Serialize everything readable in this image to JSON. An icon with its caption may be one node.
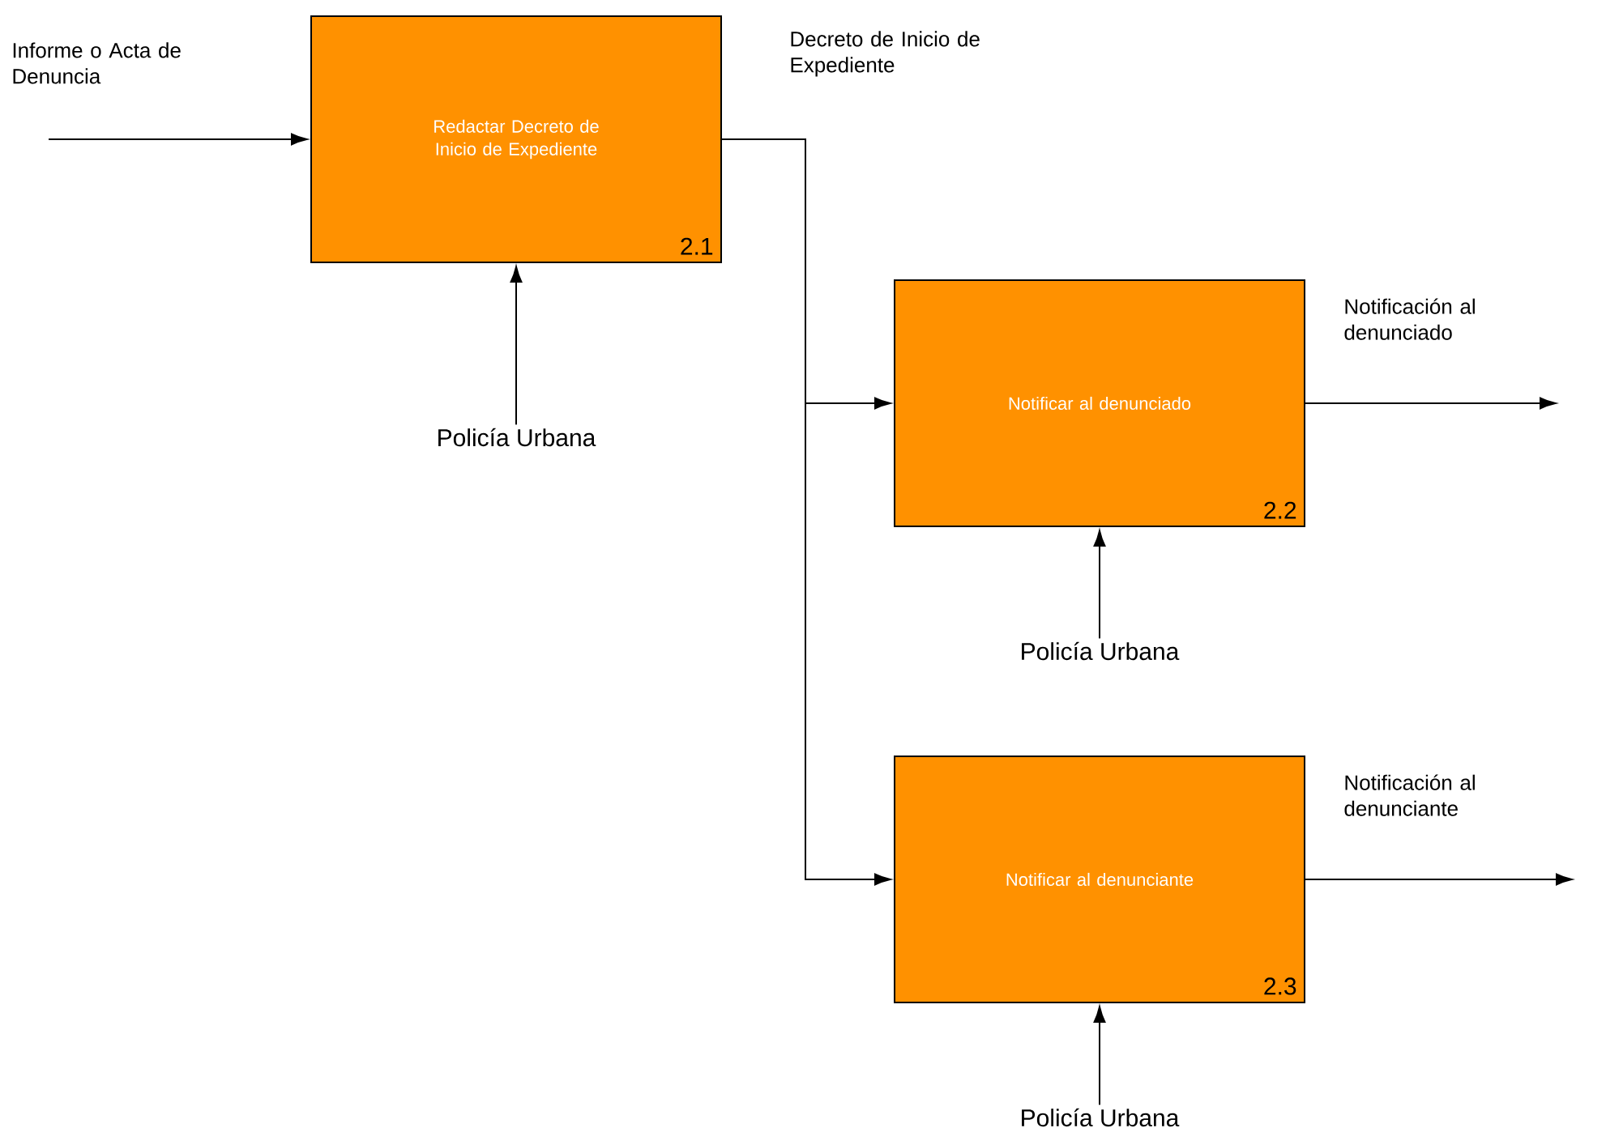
{
  "diagram": {
    "nodes": [
      {
        "text": [
          "Redactar Decreto de Inicio de Expediente",
          "2.1"
        ]
      },
      {
        "text": [
          "Notificar al denunciado",
          "2.2"
        ]
      },
      {
        "text": [
          "Notificar al denunciante",
          "2.3"
        ]
      },
      {
        "text": [
          "Policía Urbana"
        ]
      },
      {
        "text": [
          "Policía Urbana"
        ]
      },
      {
        "text": [
          "Policía Urbana"
        ]
      }
    ],
    "edges": [
      {
        "from": 0,
        "to": 1,
        "arrow": "to",
        "label": "Decreto de Inicio de Expediente"
      },
      {
        "from": 0,
        "to": 2,
        "arrow": "to"
      },
      {
        "from": null,
        "to": 0,
        "arrow": "to",
        "label": "Informe o Acta de Denuncia"
      },
      {
        "from": 3,
        "to": 0,
        "arrow": "to"
      },
      {
        "from": 4,
        "to": 1,
        "arrow": "to"
      },
      {
        "from": 5,
        "to": 2,
        "arrow": "to"
      },
      {
        "from": 1,
        "to": null,
        "arrow": "to",
        "label": "Notificación al denunciado"
      },
      {
        "from": 2,
        "to": null,
        "arrow": "to",
        "label": "Notificación al denunciante"
      }
    ]
  }
}
